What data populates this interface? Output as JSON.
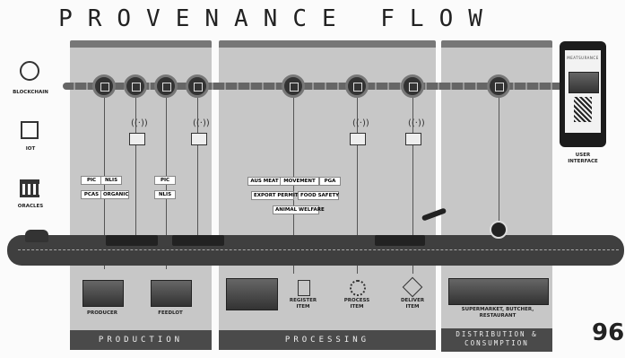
{
  "title": "PROVENANCE FLOW",
  "layers": {
    "blockchain": "BLOCKCHAIN",
    "iot": "IOT",
    "oracles": "ORACLES"
  },
  "sections": {
    "production": "PRODUCTION",
    "processing": "PROCESSING",
    "distribution_l1": "DISTRIBUTION &",
    "distribution_l2": "CONSUMPTION"
  },
  "tags": {
    "pic": "PIC",
    "nlis": "NLIS",
    "pcas": "PCAS",
    "organic": "ORGANIC",
    "pic2": "PIC",
    "nlis2": "NLIS",
    "aus_meat": "AUS MEAT",
    "movement": "MOVEMENT",
    "pga": "PGA",
    "export_permit": "EXPORT PERMIT",
    "food_safety": "FOOD SAFETY",
    "animal_welfare": "ANIMAL WELFARE"
  },
  "stages": {
    "producer": "PRODUCER",
    "feedlot": "FEEDLOT",
    "register_l1": "REGISTER",
    "register_l2": "ITEM",
    "process_l1": "PROCESS",
    "process_l2": "ITEM",
    "deliver_l1": "DELIVER",
    "deliver_l2": "ITEM",
    "retail_l1": "SUPERMARKET, BUTCHER,",
    "retail_l2": "RESTAURANT"
  },
  "ui": {
    "label_l1": "USER",
    "label_l2": "INTERFACE",
    "brand": "MEATSURANCE"
  },
  "page_number": "96"
}
